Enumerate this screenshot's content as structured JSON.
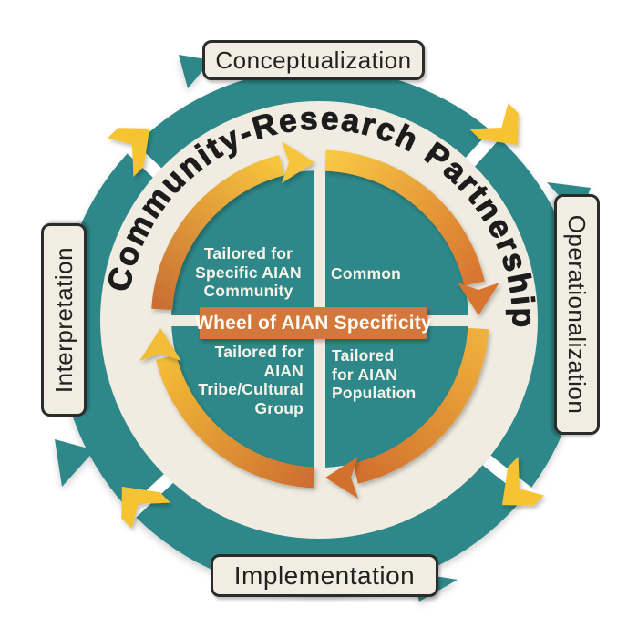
{
  "diagram": {
    "curved_title": "Community-Research Partnership",
    "center_banner": "Wheel of AIAN Specificity",
    "flow_direction": "clockwise",
    "outer_labels": {
      "top": "Conceptualization",
      "right": "Operationalization",
      "bottom": "Implementation",
      "left": "Interpretation"
    },
    "quadrants": {
      "top_left": "Tailored for\nSpecific AIAN\nCommunity",
      "top_right": "Common",
      "bottom_left": "Tailored for\nAIAN\nTribe/Cultural\nGroup",
      "bottom_right": "Tailored\nfor AIAN\nPopulation"
    },
    "colors": {
      "teal": "#2E8889",
      "cream": "#F0ECE1",
      "banner_orange": "#D4773A",
      "arc_orange": "#D2702E",
      "arc_yellow": "#F7C53C",
      "chevron_yellow": "#F6C331",
      "title_text": "#1C1C1C",
      "label_bg": "#F1EDE2",
      "label_border": "#2B2B2B",
      "label_text": "#212121",
      "quadrant_text": "#F7F3E8"
    }
  }
}
